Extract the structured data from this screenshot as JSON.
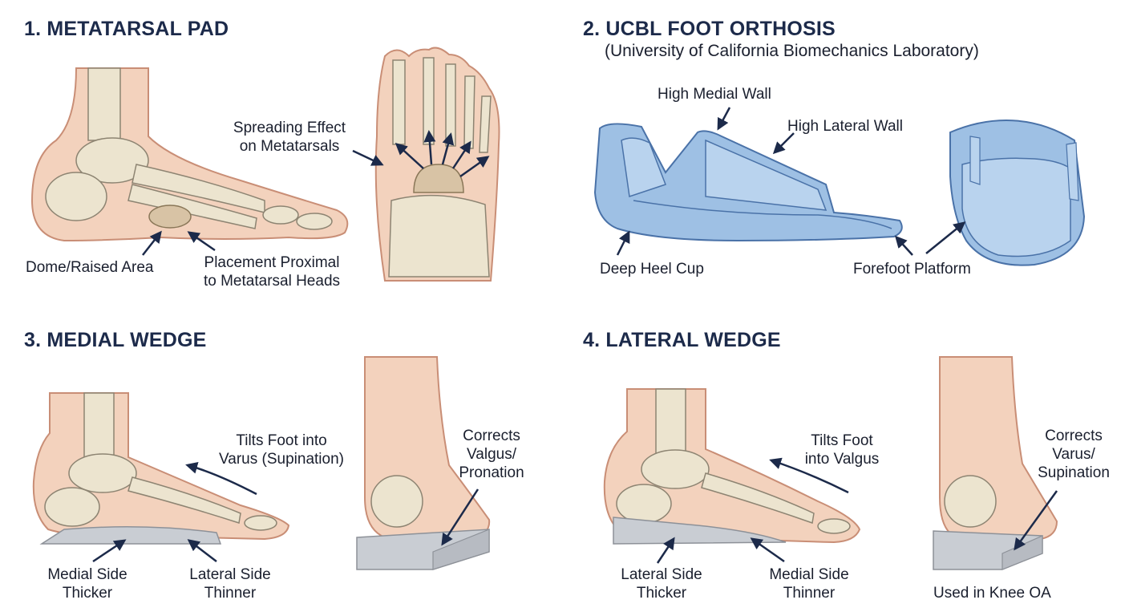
{
  "panels": [
    {
      "heading": "1. METATARSAL PAD",
      "labels": {
        "spreading": [
          "Spreading Effect",
          "on Metatarsals"
        ],
        "dome": "Dome/Raised Area",
        "placement": [
          "Placement Proximal",
          "to Metatarsal Heads"
        ]
      }
    },
    {
      "heading": "2. UCBL FOOT ORTHOSIS",
      "subtitle": "(University of California Biomechanics Laboratory)",
      "labels": {
        "medial_wall": "High Medial Wall",
        "lateral_wall": "High Lateral Wall",
        "heel_cup": "Deep Heel Cup",
        "forefoot": "Forefoot Platform"
      }
    },
    {
      "heading": "3. MEDIAL WEDGE",
      "labels": {
        "tilts": [
          "Tilts Foot into",
          "Varus (Supination)"
        ],
        "corrects": [
          "Corrects",
          "Valgus/",
          "Pronation"
        ],
        "thicker": [
          "Medial Side",
          "Thicker"
        ],
        "thinner": [
          "Lateral Side",
          "Thinner"
        ]
      }
    },
    {
      "heading": "4. LATERAL WEDGE",
      "labels": {
        "tilts": [
          "Tilts Foot",
          "into Valgus"
        ],
        "corrects": [
          "Corrects",
          "Varus/",
          "Supination"
        ],
        "thicker": [
          "Lateral Side",
          "Thicker"
        ],
        "thinner": [
          "Medial Side",
          "Thinner"
        ],
        "used": "Used in Knee OA"
      }
    }
  ],
  "colors": {
    "heading": "#1c2a4a",
    "skin": "#f3d2bd",
    "skin_outline": "#c98e76",
    "bone": "#ece4cf",
    "bone_outline": "#8d8472",
    "orthosis": "#9ec0e4",
    "orthosis_outline": "#4a72a8",
    "wedge": "#c9cdd3",
    "arrow": "#1c2a4a"
  }
}
